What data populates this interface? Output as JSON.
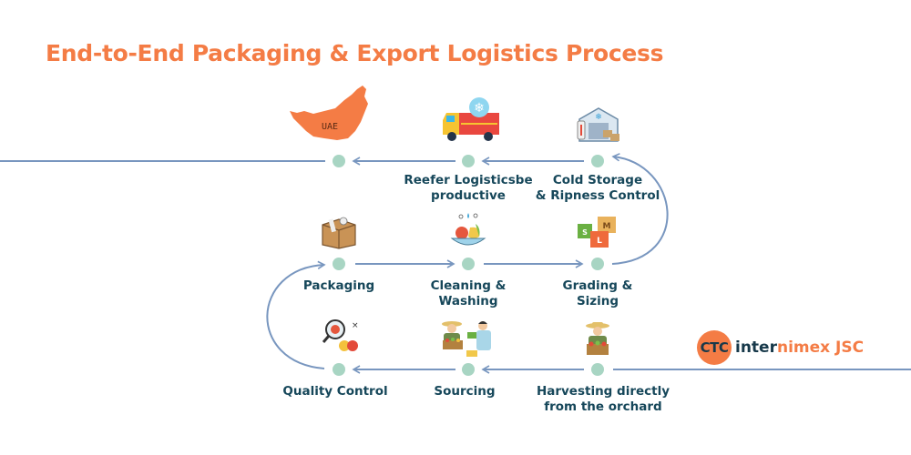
{
  "title": "End-to-End Packaging & Export Logistics Process",
  "colors": {
    "title": "#f47c45",
    "label": "#16475a",
    "node": "#a8d5c3",
    "connector": "#7896bf",
    "brand_orange": "#f47c45",
    "brand_dark": "#17394a"
  },
  "steps": [
    {
      "id": "harvesting",
      "label_line1": "Harvesting directly",
      "label_line2": "from the orchard",
      "icon": "farmer-with-basket-icon"
    },
    {
      "id": "sourcing",
      "label_line1": "Sourcing",
      "label_line2": "",
      "icon": "farmer-trading-icon"
    },
    {
      "id": "quality-control",
      "label_line1": "Quality Control",
      "label_line2": "",
      "icon": "magnifier-fruit-icon"
    },
    {
      "id": "packaging",
      "label_line1": "Packaging",
      "label_line2": "",
      "icon": "cardboard-box-icon"
    },
    {
      "id": "cleaning",
      "label_line1": "Cleaning &",
      "label_line2": "Washing",
      "icon": "washing-bowl-icon"
    },
    {
      "id": "grading",
      "label_line1": "Grading &",
      "label_line2": "Sizing",
      "icon": "size-boxes-icon"
    },
    {
      "id": "cold-storage",
      "label_line1": "Cold Storage",
      "label_line2": "& Ripness Control",
      "icon": "cold-warehouse-icon"
    },
    {
      "id": "reefer",
      "label_line1": "Reefer Logisticsbe",
      "label_line2": "productive",
      "icon": "reefer-truck-icon"
    },
    {
      "id": "destination",
      "label_line1": "",
      "label_line2": "",
      "icon": "uae-map-icon",
      "map_label": "UAE"
    }
  ],
  "logo": {
    "circle_text": "CTC",
    "text_dark": "inter",
    "text_accent": "nimex JSC"
  }
}
